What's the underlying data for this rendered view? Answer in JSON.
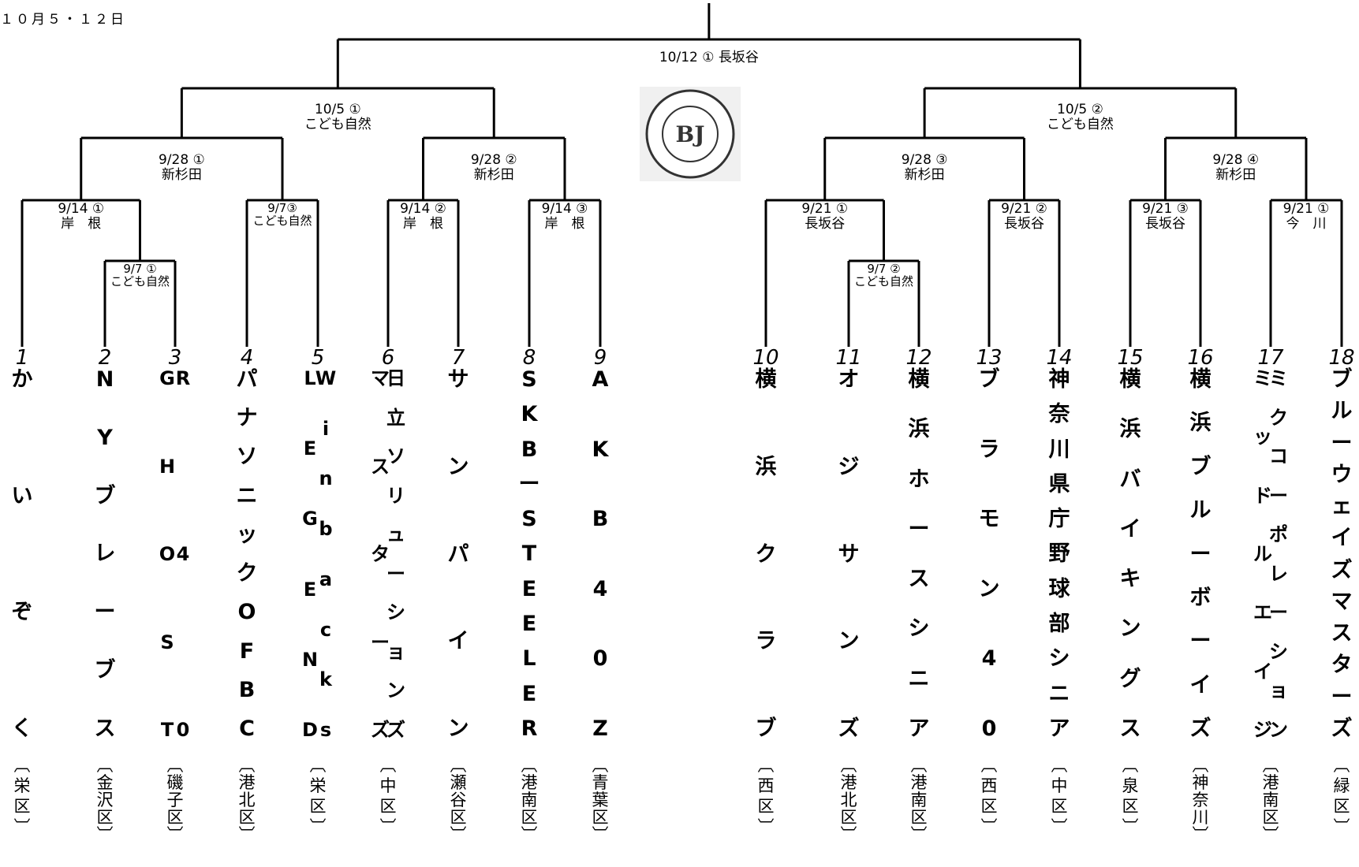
{
  "header": {
    "date_range": "１０月５・１２日"
  },
  "matches": {
    "final": {
      "line1": "10/12  ①  長坂谷",
      "line2": ""
    },
    "sf_left": {
      "line1": "10/5 ①",
      "line2": "こども自然"
    },
    "sf_right": {
      "line1": "10/5 ②",
      "line2": "こども自然"
    },
    "qf1": {
      "line1": "9/28 ①",
      "line2": "新杉田"
    },
    "qf2": {
      "line1": "9/28 ②",
      "line2": "新杉田"
    },
    "qf3": {
      "line1": "9/28 ③",
      "line2": "新杉田"
    },
    "qf4": {
      "line1": "9/28 ④",
      "line2": "新杉田"
    },
    "r2_1": {
      "line1": "9/14 ①",
      "line2": "岸　根"
    },
    "r2_2": {
      "line1": "9/7③",
      "line2": "こども自然"
    },
    "r2_3": {
      "line1": "9/14 ②",
      "line2": "岸　根"
    },
    "r2_4": {
      "line1": "9/14 ③",
      "line2": "岸　根"
    },
    "r2_5": {
      "line1": "9/21 ①",
      "line2": "長坂谷"
    },
    "r2_6": {
      "line1": "9/21 ②",
      "line2": "長坂谷"
    },
    "r2_7": {
      "line1": "9/21 ③",
      "line2": "長坂谷"
    },
    "r2_8": {
      "line1": "9/21 ①",
      "line2": "今　川"
    },
    "r1_1": {
      "line1": "9/7 ①",
      "line2": "こども自然"
    },
    "r1_2": {
      "line1": "9/7 ②",
      "line2": "こども自然"
    }
  },
  "teams": [
    {
      "number": "1",
      "name": "かいぞく",
      "district": "栄区"
    },
    {
      "number": "2",
      "name": "NYブレーブス",
      "district": "金沢区"
    },
    {
      "number": "3",
      "name": "GHOST R40",
      "district": "磯子区"
    },
    {
      "number": "4",
      "name": "パナソニックOFBC",
      "district": "港北区"
    },
    {
      "number": "5",
      "name": "LEGEND Winbacks",
      "district": "栄区"
    },
    {
      "number": "6",
      "name": "マスターズ 日立ソリューションズ",
      "district": "中区"
    },
    {
      "number": "7",
      "name": "サンパイン",
      "district": "瀬谷区"
    },
    {
      "number": "8",
      "name": "SKBーSTEELER",
      "district": "港南区"
    },
    {
      "number": "9",
      "name": "AKB40Z",
      "district": "青葉区"
    },
    {
      "number": "10",
      "name": "横浜クラブ",
      "district": "西区"
    },
    {
      "number": "11",
      "name": "オジサンズ",
      "district": "港北区"
    },
    {
      "number": "12",
      "name": "横浜ホースシニア",
      "district": "港南区"
    },
    {
      "number": "13",
      "name": "ブラモン40",
      "district": "西区"
    },
    {
      "number": "14",
      "name": "神奈川県庁野球部シニア",
      "district": "中区"
    },
    {
      "number": "15",
      "name": "横浜バイキングス",
      "district": "泉区"
    },
    {
      "number": "16",
      "name": "横浜ブルーボーイズ",
      "district": "神奈川"
    },
    {
      "number": "17",
      "name": "ミッドルエイジ ミクコーポレーション",
      "district": "港南区"
    },
    {
      "number": "18",
      "name": "ブルーウェイズマスターズ",
      "district": "緑区"
    }
  ],
  "logo": {
    "icon": "association-seal-logo"
  }
}
